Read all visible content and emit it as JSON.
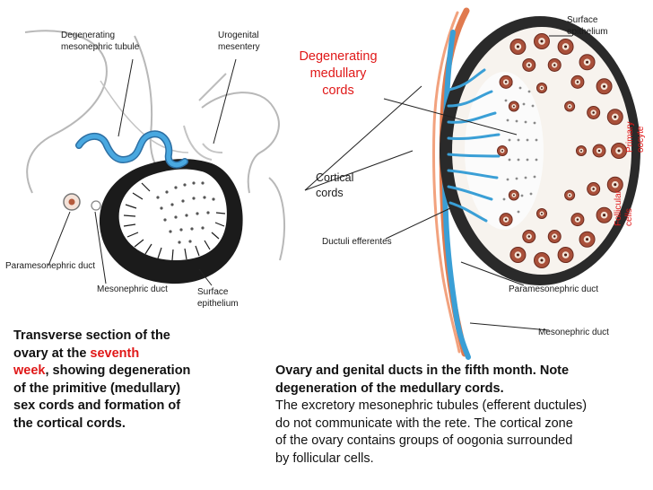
{
  "left_figure": {
    "labels": {
      "degenerating_tubule": [
        "Degenerating",
        "mesonephric tubule"
      ],
      "urogenital_mesentery": [
        "Urogenital",
        "mesentery"
      ],
      "paramesonephric_duct": "Paramesonephric duct",
      "mesonephric_duct": "Mesonephric duct",
      "surface_epithelium": [
        "Surface",
        "epithelium"
      ]
    }
  },
  "right_figure": {
    "labels": {
      "degenerating_medullary_cords": [
        "Degenerating",
        "medullary",
        "cords"
      ],
      "cortical_cords": [
        "Cortical",
        "cords"
      ],
      "ductuli_efferentes": "Ductuli efferentes",
      "surface_epithelium": [
        "Surface",
        "epithelium"
      ],
      "primary_oocyte": [
        "Primary",
        "oocyte"
      ],
      "follicular_cells": [
        "Follicular",
        "cells"
      ],
      "paramesonephric_duct": "Paramesonephric duct",
      "mesonephric_duct": "Mesonephric duct"
    }
  },
  "caption_left": {
    "line1": "Transverse section of the",
    "line2_pre": "ovary at the ",
    "line2_red": "seventh",
    "line3_red": "week",
    "line3_post": ", showing degeneration",
    "line4": "of the primitive (medullary)",
    "line5": "sex cords and formation of",
    "line6": "the cortical cords."
  },
  "caption_right": {
    "bold1": "Ovary and genital ducts in the fifth month. Note",
    "bold2": "degeneration of the medullary cords.",
    "line3": "The excretory mesonephric tubules (efferent ductules)",
    "line4": "do not communicate with the rete. The cortical zone",
    "line5": "of the ovary contains groups of oogonia surrounded",
    "line6": "by follicular cells."
  },
  "colors": {
    "label_red": "#e01818",
    "duct_blue": "#3a9fd6",
    "duct_orange": "#e07a4f",
    "cortex_dark": "#1b1b1b"
  }
}
